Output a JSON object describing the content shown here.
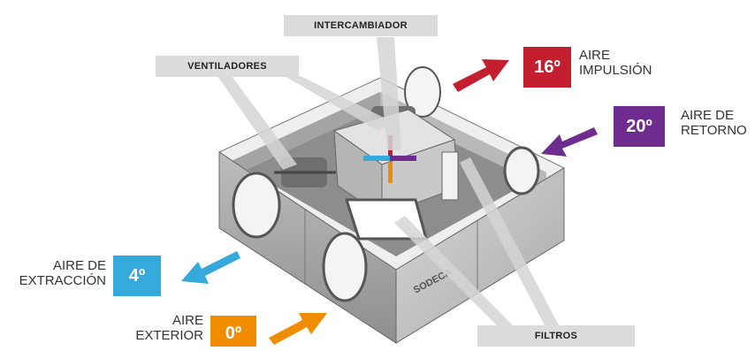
{
  "callouts": {
    "intercambiador": "INTERCAMBIADOR",
    "ventiladores": "VENTILADORES",
    "filtros": "FILTROS"
  },
  "flows": {
    "impulsion": {
      "label_line1": "AIRE",
      "label_line2": "IMPULSIÓN",
      "temp": "16º",
      "color": "#c41f2e"
    },
    "retorno": {
      "label_line1": "AIRE DE",
      "label_line2": "RETORNO",
      "temp": "20º",
      "color": "#6f2c8f"
    },
    "extraccion": {
      "label_line1": "AIRE DE",
      "label_line2": "EXTRACCIÓN",
      "temp": "4º",
      "color": "#35a8dc"
    },
    "exterior": {
      "label_line1": "AIRE",
      "label_line2": "EXTERIOR",
      "temp": "0º",
      "color": "#f08c00"
    }
  },
  "brand": "SODECA"
}
